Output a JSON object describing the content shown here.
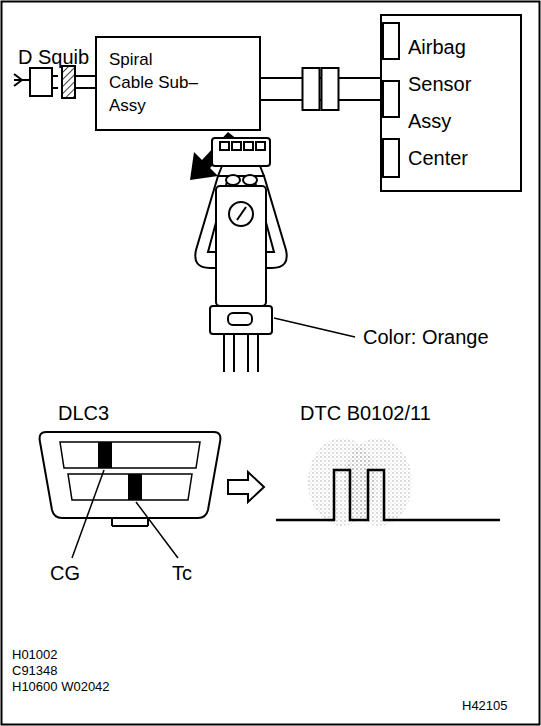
{
  "diagram": {
    "nodes": [
      {
        "text": [
          "Spiral Cable Sub–Assy"
        ]
      },
      {
        "text": [
          "Airbag Sensor Assy Center"
        ]
      }
    ],
    "edges": [
      {
        "from": 0,
        "to": 1,
        "arrow": "none"
      }
    ],
    "labels": [
      "D Squib",
      "Color: Orange",
      "DLC3",
      "DTC B0102/11",
      "CG",
      "Tc",
      "H01002",
      "C91348",
      "H10600 W02042",
      "H42105"
    ]
  }
}
